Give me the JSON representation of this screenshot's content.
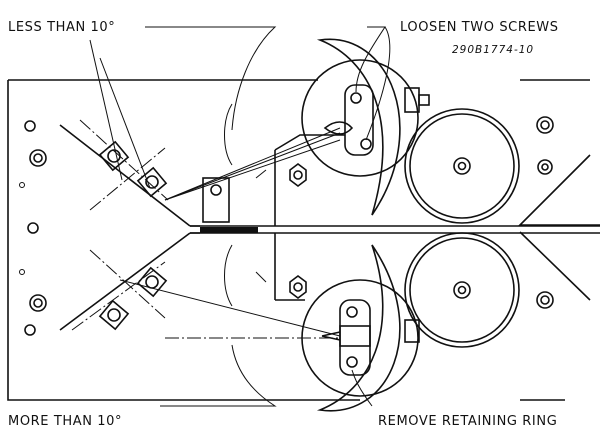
{
  "figure": {
    "labels": {
      "less_than": "LESS THAN 10°",
      "loosen_screws": "LOOSEN TWO SCREWS",
      "part_number": "290B1774-10",
      "more_than": "MORE THAN 10°",
      "remove_ring": "REMOVE RETAINING RING"
    }
  }
}
